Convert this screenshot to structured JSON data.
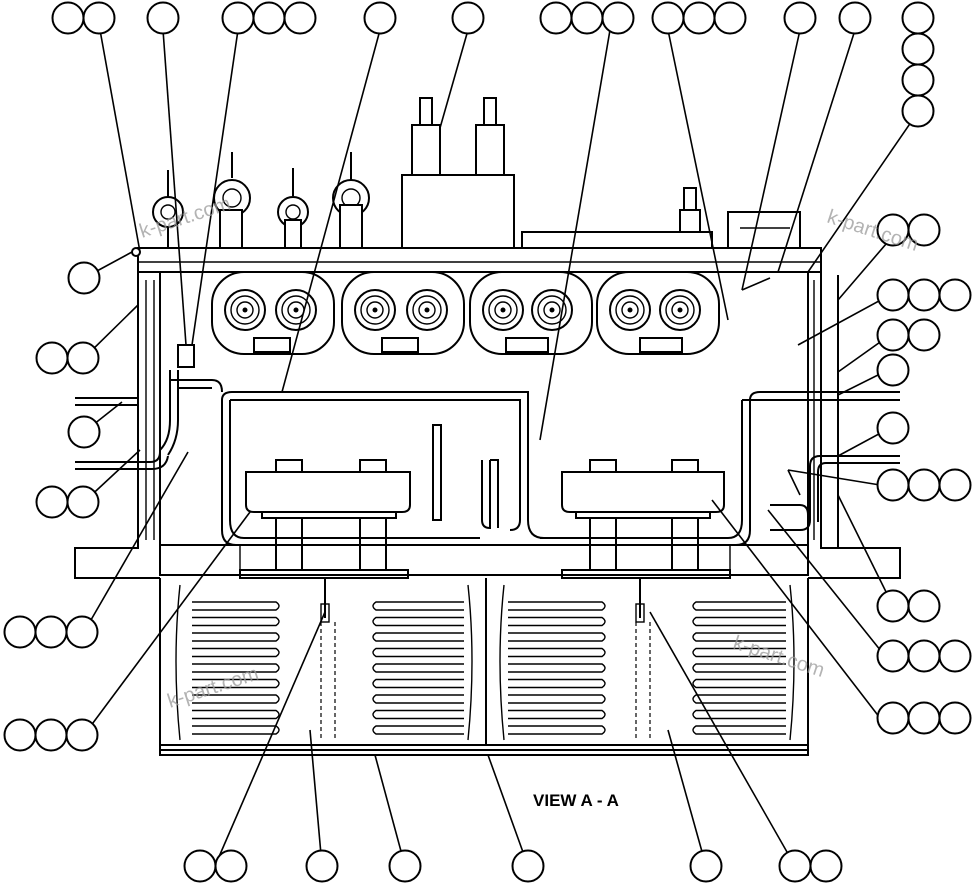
{
  "view_label": "VIEW A - A",
  "watermark": "k-part.com",
  "colors": {
    "line": "#000000",
    "background": "#ffffff",
    "watermark": "#9a9a9a"
  },
  "callouts": [
    {
      "count": 2,
      "label": "top-1"
    },
    {
      "count": 1,
      "label": "top-2"
    },
    {
      "count": 3,
      "label": "top-3"
    },
    {
      "count": 1,
      "label": "top-4"
    },
    {
      "count": 1,
      "label": "top-5"
    },
    {
      "count": 3,
      "label": "top-6"
    },
    {
      "count": 3,
      "label": "top-7"
    },
    {
      "count": 1,
      "label": "top-8"
    },
    {
      "count": 1,
      "label": "top-9"
    },
    {
      "count": 4,
      "label": "right-stack"
    },
    {
      "count": 1,
      "label": "left-1"
    },
    {
      "count": 2,
      "label": "left-2"
    },
    {
      "count": 1,
      "label": "left-3"
    },
    {
      "count": 2,
      "label": "left-4"
    },
    {
      "count": 3,
      "label": "left-5"
    },
    {
      "count": 3,
      "label": "left-6"
    },
    {
      "count": 2,
      "label": "right-1"
    },
    {
      "count": 3,
      "label": "right-2"
    },
    {
      "count": 2,
      "label": "right-3"
    },
    {
      "count": 1,
      "label": "right-4"
    },
    {
      "count": 1,
      "label": "right-5"
    },
    {
      "count": 3,
      "label": "right-6"
    },
    {
      "count": 2,
      "label": "right-7"
    },
    {
      "count": 3,
      "label": "right-8"
    },
    {
      "count": 3,
      "label": "right-9"
    },
    {
      "count": 2,
      "label": "bottom-1"
    },
    {
      "count": 1,
      "label": "bottom-2"
    },
    {
      "count": 1,
      "label": "bottom-3"
    },
    {
      "count": 1,
      "label": "bottom-4"
    },
    {
      "count": 1,
      "label": "bottom-5"
    },
    {
      "count": 2,
      "label": "bottom-6"
    }
  ]
}
